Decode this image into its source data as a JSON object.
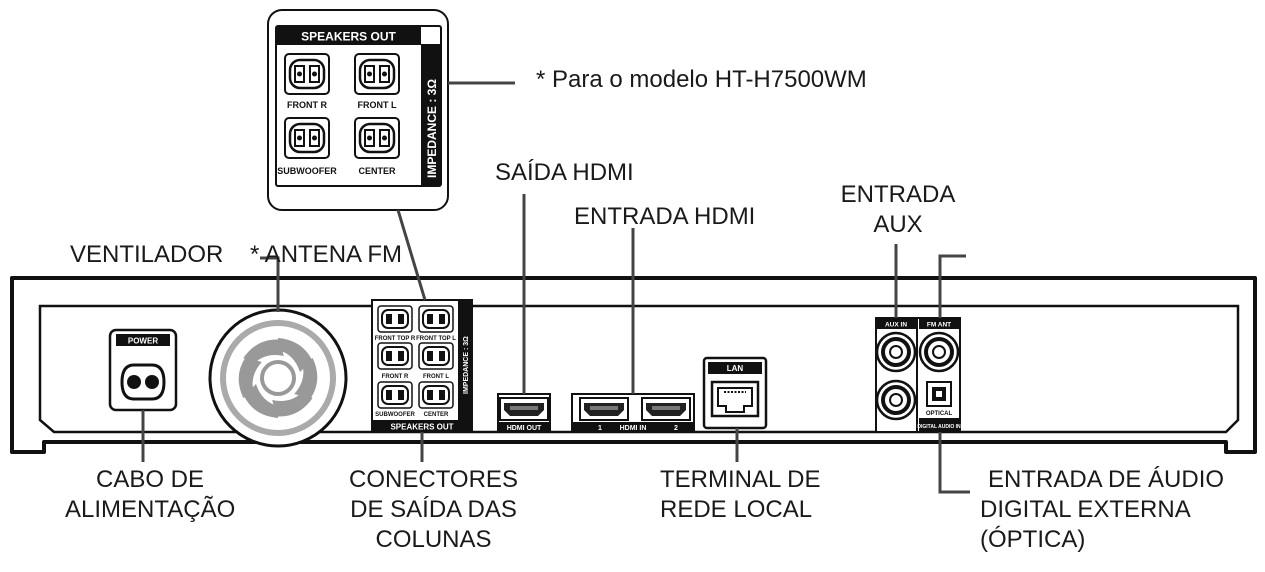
{
  "labels": {
    "model_note": "* Para o modelo HT-H7500WM",
    "ventilador": "VENTILADOR",
    "antena_fm": "* ANTENA FM",
    "saida_hdmi": "SAÍDA HDMI",
    "entrada_hdmi": "ENTRADA HDMI",
    "entrada_aux": [
      "ENTRADA",
      "AUX"
    ],
    "cabo": [
      "CABO DE",
      "ALIMENTAÇÃO"
    ],
    "conectores": [
      "CONECTORES",
      "DE SAÍDA DAS",
      "COLUNAS"
    ],
    "terminal": [
      "TERMINAL DE",
      "REDE LOCAL"
    ],
    "optica": [
      "ENTRADA DE ÁUDIO",
      "DIGITAL EXTERNA",
      "(ÓPTICA)"
    ]
  },
  "inset": {
    "title": "SPEAKERS OUT",
    "impedance": "IMPEDANCE : 3Ω",
    "front_r": "FRONT R",
    "front_l": "FRONT L",
    "subwoofer": "SUBWOOFER",
    "center": "CENTER"
  },
  "panel": {
    "power": "POWER",
    "speakers_out": "SPEAKERS OUT",
    "front_top_r": "FRONT TOP R",
    "front_top_l": "FRONT TOP L",
    "front_r": "FRONT R",
    "front_l": "FRONT L",
    "subwoofer": "SUBWOOFER",
    "center": "CENTER",
    "impedance": "IMPEDANCE : 3Ω",
    "hdmi_out": "HDMI OUT",
    "hdmi_in": "HDMI IN",
    "hdmi_in_1": "1",
    "hdmi_in_2": "2",
    "lan": "LAN",
    "aux_in": "AUX IN",
    "fm_ant": "FM ANT",
    "optical": "OPTICAL",
    "digital_audio_in": "DIGITAL AUDIO IN"
  }
}
